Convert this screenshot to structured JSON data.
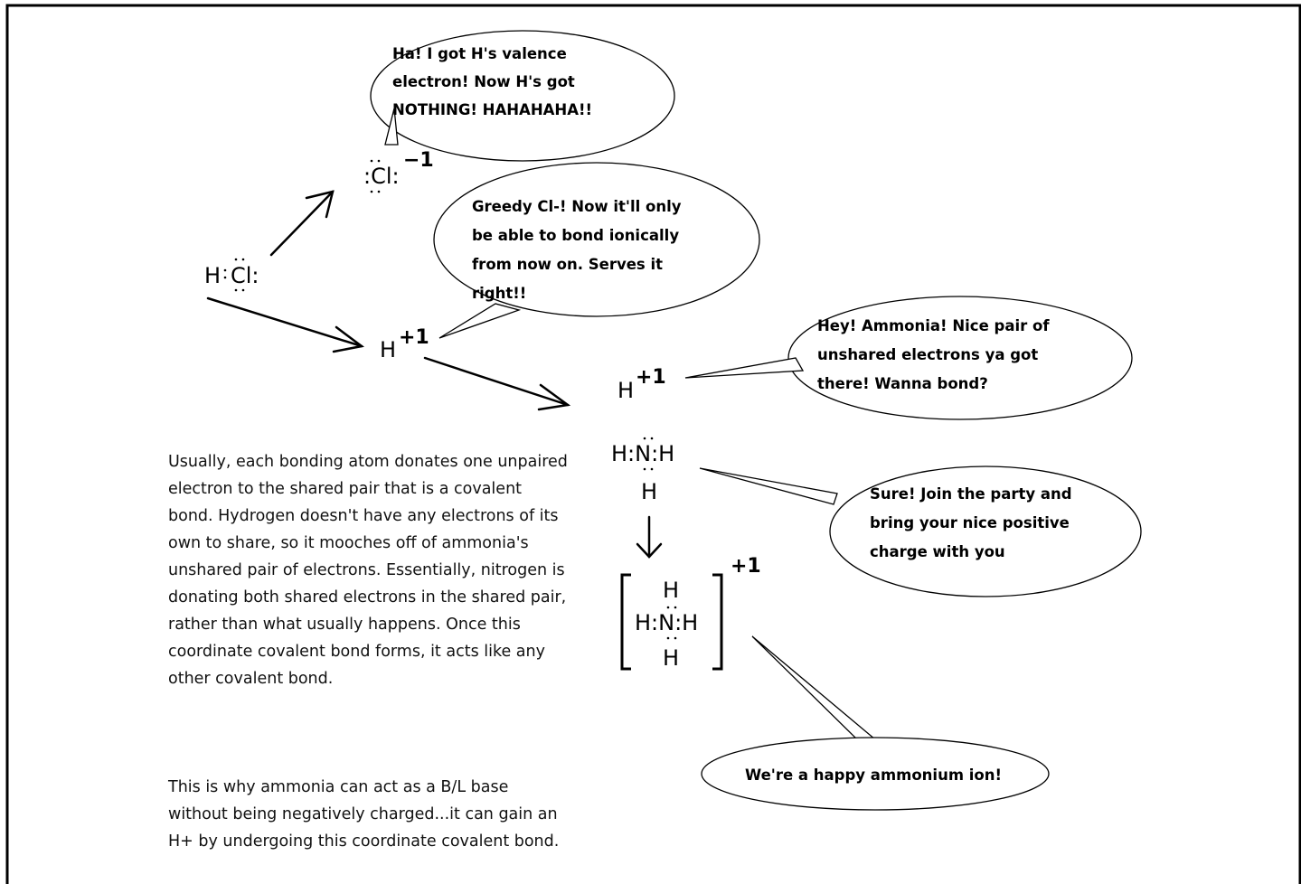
{
  "molecules": {
    "hcl": {
      "left": "H",
      "right": "Cl:"
    },
    "cl_ion": {
      "symbol": ":Cl:",
      "charge": "−1"
    },
    "h_ion_1": {
      "symbol": "H",
      "charge": "+1"
    },
    "h_ion_2": {
      "symbol": "H",
      "charge": "+1"
    },
    "ammonia": {
      "row": "H:N:H",
      "bottom": "H"
    },
    "ammonium": {
      "top": "H",
      "row": "H:N:H",
      "bottom": "H",
      "charge": "+1"
    }
  },
  "bubbles": {
    "cl": [
      "Ha!  I got H's valence",
      "electron!  Now H's got",
      "NOTHING!  HAHAHAHA!!"
    ],
    "h_plus": [
      "Greedy Cl-!  Now it'll only",
      "be able to bond ionically",
      "from now on.   Serves it",
      "right!!"
    ],
    "ammonia_ask": [
      "Hey!  Ammonia!  Nice pair of",
      "unshared electrons ya got",
      "there!  Wanna bond?"
    ],
    "ammonia_reply": [
      "Sure!  Join the party and",
      "bring your nice positive",
      "charge with you"
    ],
    "ammonium": [
      "We're a happy ammonium ion!"
    ]
  },
  "explanation": {
    "paragraph_1": "Usually, each bonding atom donates one unpaired electron to the shared pair that is a covalent bond.  Hydrogen doesn't have any electrons of its own to share, so it mooches off of ammonia's unshared pair of electrons.  Essentially, nitrogen is donating both shared electrons in the shared pair, rather than what usually happens.   Once this coordinate covalent bond forms, it acts like any other covalent bond.",
    "paragraph_2": "This is why ammonia can act as a B/L base without being negatively charged...it can gain an H+ by undergoing this coordinate covalent bond."
  }
}
